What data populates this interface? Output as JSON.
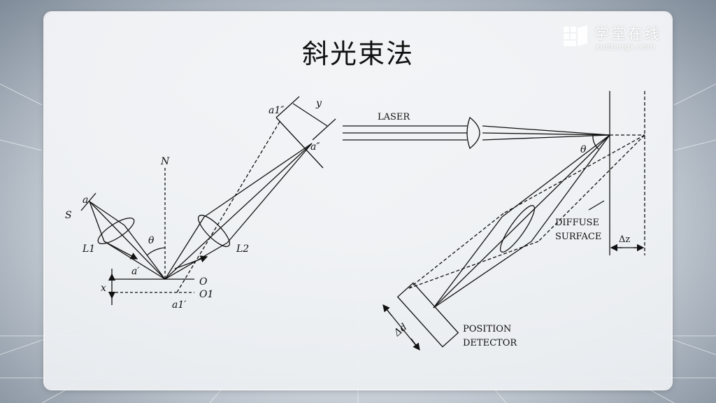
{
  "slide": {
    "title": "斜光束法"
  },
  "logo": {
    "name_cn": "学堂在线",
    "url_text": "xuetangx.com",
    "icon": "book-pages-icon"
  },
  "left_diagram": {
    "labels": {
      "a": "a",
      "S": "S",
      "L1": "L1",
      "N": "N",
      "theta": "θ",
      "a_prime": "a′",
      "x": "x",
      "O": "O",
      "O1": "O1",
      "a1_prime": "a1′",
      "L2": "L2",
      "a1_dprime": "a1″",
      "a_dprime": "a″",
      "y": "y"
    }
  },
  "right_diagram": {
    "labels": {
      "laser": "LASER",
      "theta": "θ",
      "diffuse_1": "DIFFUSE",
      "diffuse_2": "SURFACE",
      "delta_z": "Δz",
      "delta_d": "Δd",
      "detector_1": "POSITION",
      "detector_2": "DETECTOR"
    }
  }
}
